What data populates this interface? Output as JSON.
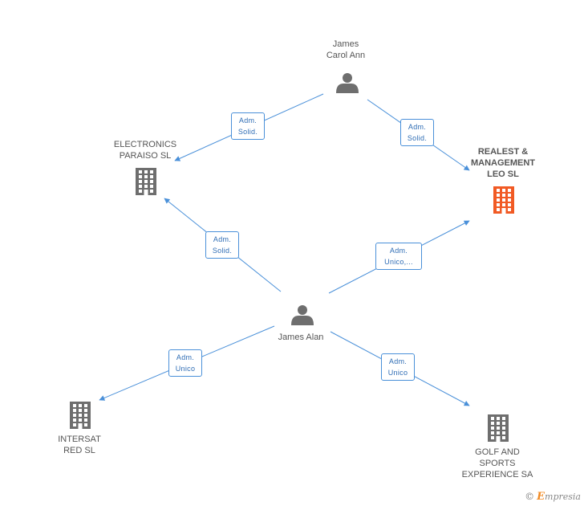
{
  "colors": {
    "edge": "#4a90d9",
    "building": "#6e6e6e",
    "building_main": "#f15a24",
    "person": "#6e6e6e"
  },
  "nodes": {
    "james_carol": {
      "lines": [
        "James",
        "Carol Ann"
      ],
      "icon": "person-icon"
    },
    "james_alan": {
      "lines": [
        "James Alan"
      ],
      "icon": "person-icon"
    },
    "electronics": {
      "lines": [
        "ELECTRONICS",
        "PARAISO SL"
      ],
      "icon": "building-icon"
    },
    "realest": {
      "lines": [
        "REALEST &",
        "MANAGEMENT",
        "LEO SL"
      ],
      "icon": "building-icon"
    },
    "intersat": {
      "lines": [
        "INTERSAT",
        "RED SL"
      ],
      "icon": "building-icon"
    },
    "golf": {
      "lines": [
        "GOLF AND",
        "SPORTS",
        "EXPERIENCE SA"
      ],
      "icon": "building-icon"
    }
  },
  "edges": [
    {
      "from": "james_carol",
      "to": "electronics",
      "label": [
        "Adm.",
        "Solid."
      ]
    },
    {
      "from": "james_carol",
      "to": "realest",
      "label": [
        "Adm.",
        "Solid."
      ]
    },
    {
      "from": "james_alan",
      "to": "electronics",
      "label": [
        "Adm.",
        "Solid."
      ]
    },
    {
      "from": "james_alan",
      "to": "realest",
      "label": [
        "Adm.",
        "Unico,..."
      ]
    },
    {
      "from": "james_alan",
      "to": "intersat",
      "label": [
        "Adm.",
        "Unico"
      ]
    },
    {
      "from": "james_alan",
      "to": "golf",
      "label": [
        "Adm.",
        "Unico"
      ]
    }
  ],
  "brand": {
    "copyright": "©",
    "initial": "E",
    "rest": "mpresia"
  }
}
